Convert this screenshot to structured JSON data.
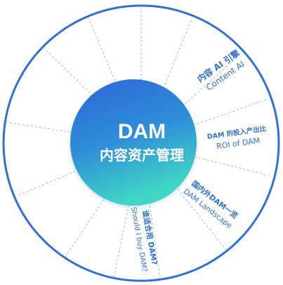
{
  "center": {
    "title": "DAM",
    "subtitle": "内容资产管理"
  },
  "segments": [
    {
      "id": "content-ai",
      "label_cn": "内容 AI 引擎",
      "label_en": "Content AI"
    },
    {
      "id": "roi",
      "label_cn": "DAM 的投入产出比",
      "label_en": "ROI of DAM"
    },
    {
      "id": "landscape",
      "label_cn": "国内外DAM一览",
      "label_en": "DAM Landscape"
    },
    {
      "id": "buy",
      "label_cn": "谁适合用 DAM?",
      "label_en": "Should I buy DAM?"
    }
  ],
  "colors": {
    "ring_stroke": "#2f6fd6",
    "ring_fill": "#ffffff",
    "divider": "#9bb8e8",
    "text": "#2f6fd6",
    "center_gradient_top": "#2e64d8",
    "center_gradient_bottom": "#3fd6c6"
  }
}
